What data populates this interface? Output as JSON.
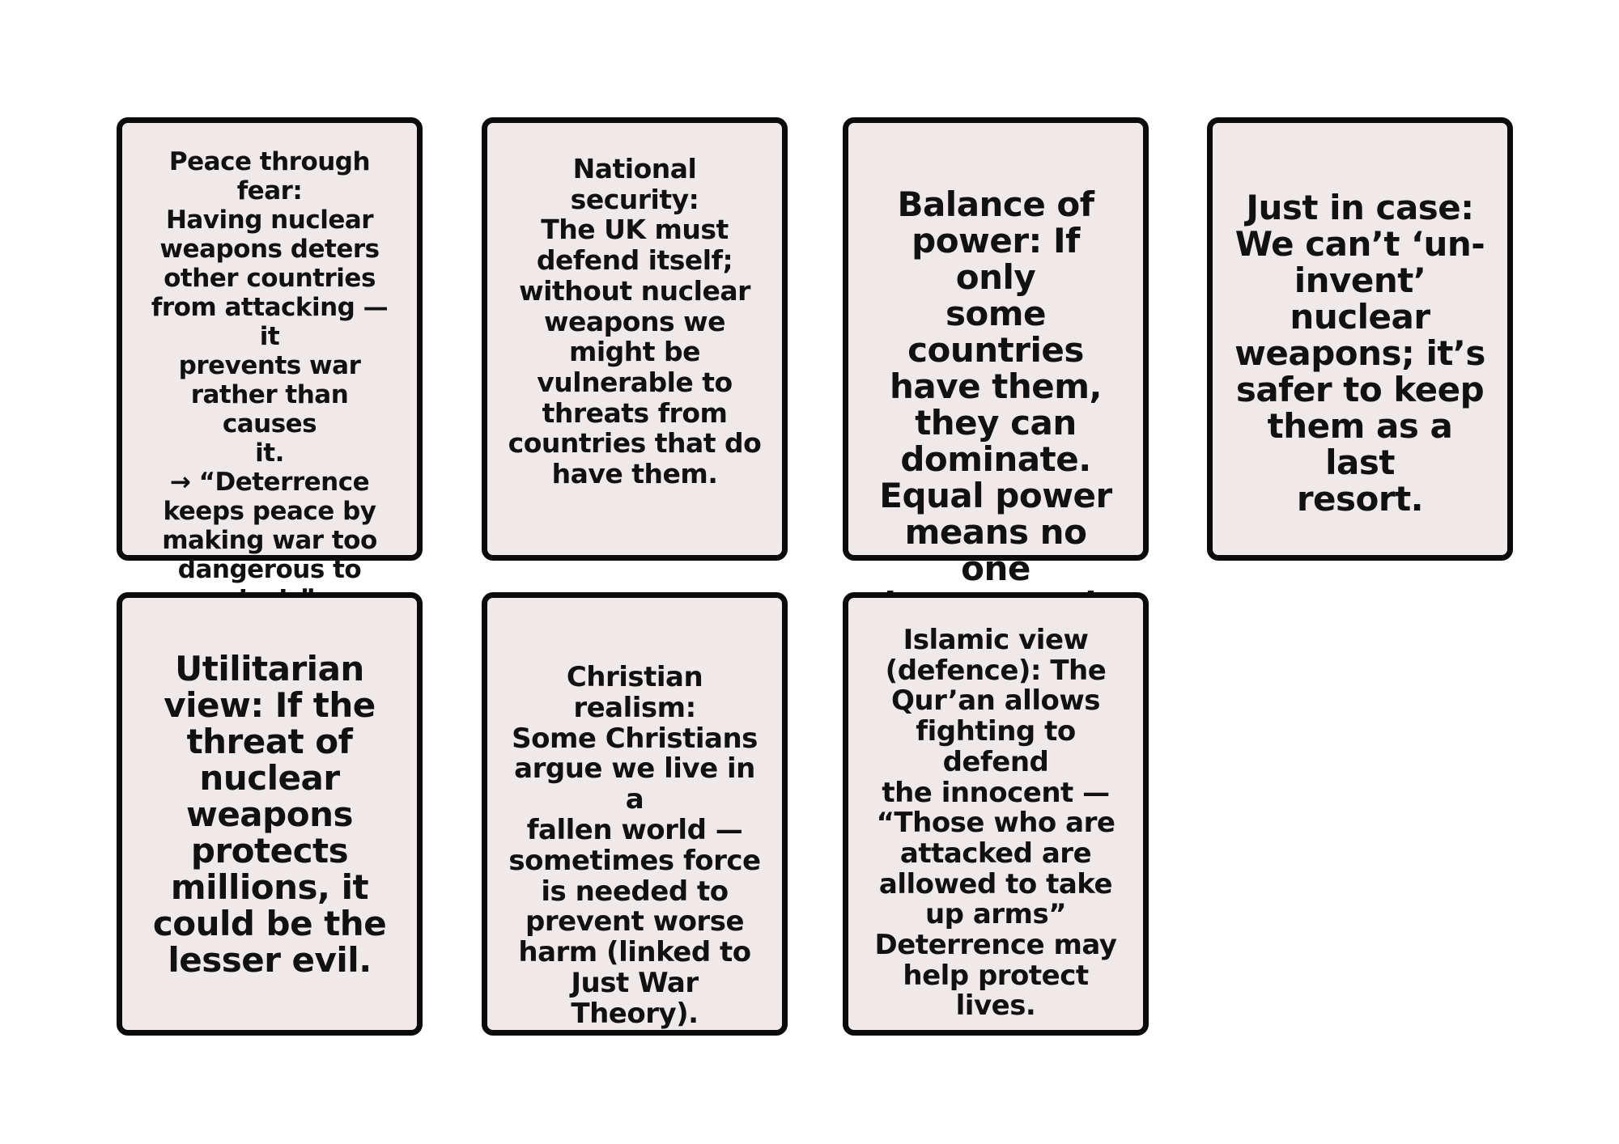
{
  "cards": [
    {
      "text": "Peace through fear:\nHaving nuclear\nweapons deters\nother countries\nfrom attacking — it\nprevents war\nrather than causes\nit.\n→ “Deterrence\nkeeps peace by\nmaking war too\ndangerous to\nstart.”"
    },
    {
      "text": "National security:\nThe UK must\ndefend itself;\nwithout nuclear\nweapons we\nmight be\nvulnerable to\nthreats from\ncountries that do\nhave them."
    },
    {
      "text": "Balance of\npower: If only\nsome countries\nhave them,\nthey can\ndominate.\nEqual power\nmeans no one\ndares attack."
    },
    {
      "text": "Just in case:\nWe can’t ‘un-\ninvent’ nuclear\nweapons; it’s\nsafer to keep\nthem as a last\nresort."
    },
    {
      "text": "Utilitarian\nview: If the\nthreat of\nnuclear\nweapons\nprotects\nmillions, it\ncould be the\nlesser evil."
    },
    {
      "text": "Christian realism:\nSome Christians\nargue we live in a\nfallen world —\nsometimes force\nis needed to\nprevent worse\nharm (linked to\nJust War Theory)."
    },
    {
      "text": "Islamic view\n(defence): The\nQur’an allows\nfighting to defend\nthe innocent —\n“Those who are\nattacked are\nallowed to take\nup arms”\nDeterrence may\nhelp protect lives."
    }
  ]
}
